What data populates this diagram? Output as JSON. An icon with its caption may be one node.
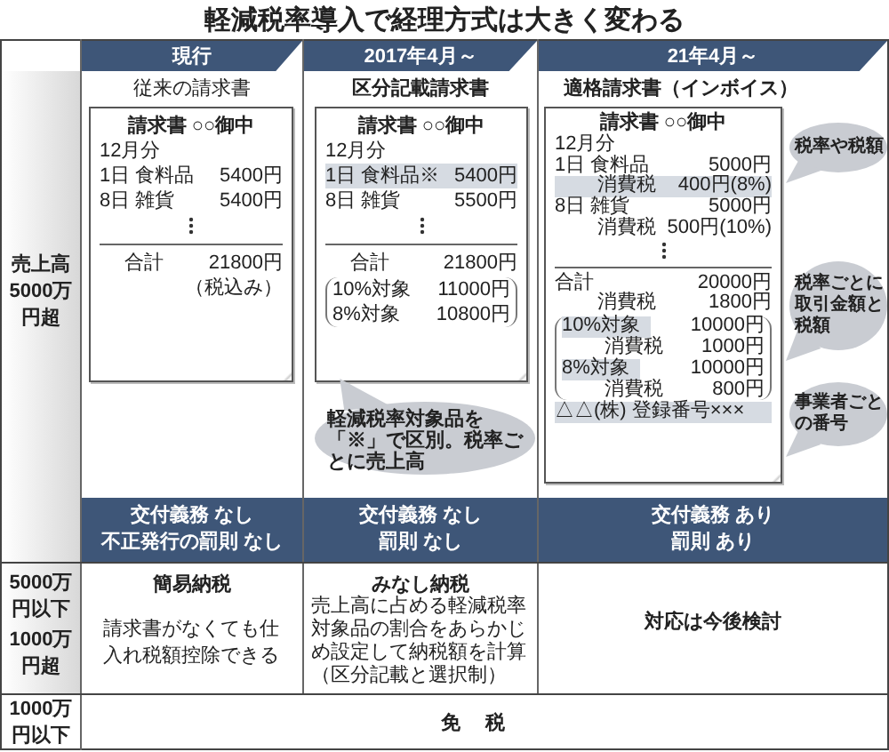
{
  "diagram": {
    "title": "軽減税率導入で経理方式は大きく変わる",
    "nodes": [
      {
        "text": [
          "請求書 ○○御中",
          "12月分",
          "1日 食料品",
          "5400円",
          "8日 雑貨",
          "5400円",
          "合計",
          "21800円",
          "（税込み）"
        ]
      },
      {
        "text": [
          "請求書 ○○御中",
          "12月分",
          "1日 食料品※",
          "5400円",
          "8日 雑貨",
          "5500円",
          "合計",
          "21800円",
          "10%対象",
          "11000円",
          "8%対象",
          "10800円"
        ]
      },
      {
        "text": [
          "軽減税率対象品を「※」で区別。税率ごとに売上高"
        ]
      },
      {
        "text": [
          "請求書 ○○御中",
          "12月分",
          "1日 食料品",
          "5000円",
          "消費税",
          "400円(8%)",
          "8日 雑貨",
          "5000円",
          "消費税",
          "500円(10%)",
          "合計",
          "20000円",
          "消費税",
          "1800円",
          "10%対象",
          "10000円",
          "消費税",
          "1000円",
          "8%対象",
          "10000円",
          "消費税",
          "800円",
          "△△(株) 登録番号×××"
        ]
      },
      {
        "text": [
          "税率や税額"
        ]
      },
      {
        "text": [
          "税率ごとに取引金額と税額"
        ]
      },
      {
        "text": [
          "事業者ごとの番号"
        ]
      }
    ],
    "labels": [
      "現行",
      "2017年4月～",
      "21年4月～",
      "従来の請求書",
      "区分記載請求書",
      "適格請求書（インボイス）",
      "売上高",
      "5000万円超",
      "交付義務 なし",
      "不正発行の罰則 なし",
      "交付義務 なし",
      "罰則 なし",
      "交付義務 あり",
      "罰則 あり",
      "5000万円以下",
      "1000万円超",
      "簡易納税",
      "請求書がなくても仕入れ税額控除できる",
      "みなし納税",
      "売上高に占める軽減税率対象品の割合をあらかじめ設定して納税額を計算（区分記載と選択制）",
      "対応は今後検討",
      "1000万円以下",
      "免税"
    ]
  }
}
